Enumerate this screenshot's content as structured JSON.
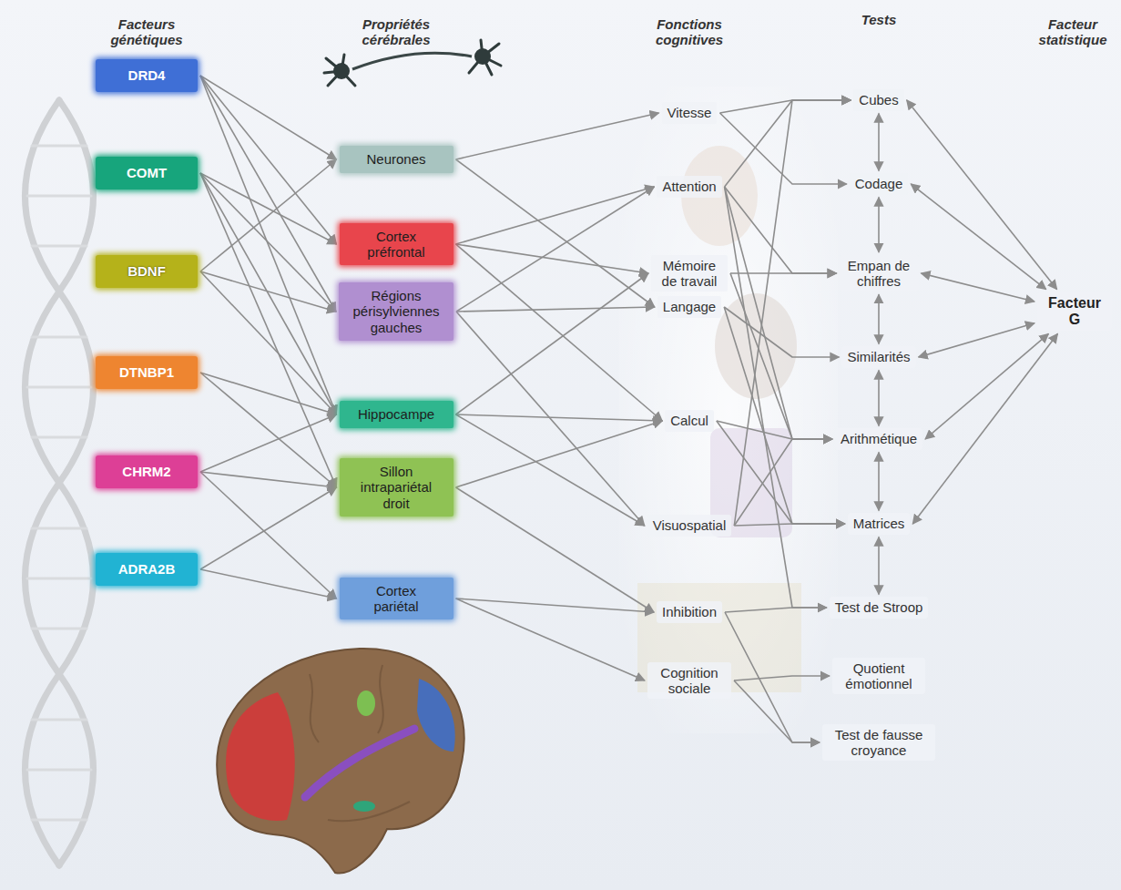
{
  "diagram": {
    "nodes": [
      {
        "text": [
          "DRD4"
        ]
      },
      {
        "text": [
          "COMT"
        ]
      },
      {
        "text": [
          "BDNF"
        ]
      },
      {
        "text": [
          "DTNBP1"
        ]
      },
      {
        "text": [
          "CHRM2"
        ]
      },
      {
        "text": [
          "ADRA2B"
        ]
      },
      {
        "text": [
          "Neurones"
        ]
      },
      {
        "text": [
          "Cortex préfrontal"
        ]
      },
      {
        "text": [
          "Régions périsylviennes gauches"
        ]
      },
      {
        "text": [
          "Hippocampe"
        ]
      },
      {
        "text": [
          "Sillon intrapariétal droit"
        ]
      },
      {
        "text": [
          "Cortex pariétal"
        ]
      },
      {
        "text": [
          "Vitesse"
        ]
      },
      {
        "text": [
          "Attention"
        ]
      },
      {
        "text": [
          "Mémoire de travail"
        ]
      },
      {
        "text": [
          "Langage"
        ]
      },
      {
        "text": [
          "Calcul"
        ]
      },
      {
        "text": [
          "Visuospatial"
        ]
      },
      {
        "text": [
          "Inhibition"
        ]
      },
      {
        "text": [
          "Cognition sociale"
        ]
      },
      {
        "text": [
          "Cubes"
        ]
      },
      {
        "text": [
          "Codage"
        ]
      },
      {
        "text": [
          "Empan de chiffres"
        ]
      },
      {
        "text": [
          "Similarités"
        ]
      },
      {
        "text": [
          "Arithmétique"
        ]
      },
      {
        "text": [
          "Matrices"
        ]
      },
      {
        "text": [
          "Test de Stroop"
        ]
      },
      {
        "text": [
          "Quotient émotionnel"
        ]
      },
      {
        "text": [
          "Test de fausse croyance"
        ]
      },
      {
        "text": [
          "Facteur G"
        ]
      }
    ],
    "edges": [
      {
        "from": 0,
        "to": 6,
        "arrow": "to"
      },
      {
        "from": 0,
        "to": 7,
        "arrow": "to"
      },
      {
        "from": 0,
        "to": 8,
        "arrow": "to"
      },
      {
        "from": 0,
        "to": 9,
        "arrow": "to"
      },
      {
        "from": 1,
        "to": 7,
        "arrow": "to"
      },
      {
        "from": 1,
        "to": 8,
        "arrow": "to"
      },
      {
        "from": 1,
        "to": 9,
        "arrow": "to"
      },
      {
        "from": 1,
        "to": 10,
        "arrow": "to"
      },
      {
        "from": 2,
        "to": 6,
        "arrow": "to"
      },
      {
        "from": 2,
        "to": 8,
        "arrow": "to"
      },
      {
        "from": 2,
        "to": 9,
        "arrow": "to"
      },
      {
        "from": 3,
        "to": 9,
        "arrow": "to"
      },
      {
        "from": 3,
        "to": 10,
        "arrow": "to"
      },
      {
        "from": 4,
        "to": 9,
        "arrow": "to"
      },
      {
        "from": 4,
        "to": 10,
        "arrow": "to"
      },
      {
        "from": 4,
        "to": 11,
        "arrow": "to"
      },
      {
        "from": 5,
        "to": 10,
        "arrow": "to"
      },
      {
        "from": 5,
        "to": 11,
        "arrow": "to"
      },
      {
        "from": 6,
        "to": 12,
        "arrow": "to"
      },
      {
        "from": 6,
        "to": 15,
        "arrow": "to"
      },
      {
        "from": 7,
        "to": 13,
        "arrow": "to"
      },
      {
        "from": 7,
        "to": 14,
        "arrow": "to"
      },
      {
        "from": 7,
        "to": 16,
        "arrow": "to"
      },
      {
        "from": 8,
        "to": 13,
        "arrow": "to"
      },
      {
        "from": 8,
        "to": 15,
        "arrow": "to"
      },
      {
        "from": 8,
        "to": 17,
        "arrow": "to"
      },
      {
        "from": 9,
        "to": 14,
        "arrow": "to"
      },
      {
        "from": 9,
        "to": 16,
        "arrow": "to"
      },
      {
        "from": 9,
        "to": 17,
        "arrow": "to"
      },
      {
        "from": 10,
        "to": 16,
        "arrow": "to"
      },
      {
        "from": 10,
        "to": 18,
        "arrow": "to"
      },
      {
        "from": 11,
        "to": 18,
        "arrow": "to"
      },
      {
        "from": 11,
        "to": 19,
        "arrow": "to"
      },
      {
        "from": 12,
        "to": 20,
        "arrow": "to"
      },
      {
        "from": 12,
        "to": 21,
        "arrow": "to"
      },
      {
        "from": 13,
        "to": 20,
        "arrow": "to"
      },
      {
        "from": 13,
        "to": 22,
        "arrow": "to"
      },
      {
        "from": 13,
        "to": 24,
        "arrow": "to"
      },
      {
        "from": 13,
        "to": 26,
        "arrow": "to"
      },
      {
        "from": 14,
        "to": 22,
        "arrow": "to"
      },
      {
        "from": 14,
        "to": 24,
        "arrow": "to"
      },
      {
        "from": 15,
        "to": 23,
        "arrow": "to"
      },
      {
        "from": 15,
        "to": 25,
        "arrow": "to"
      },
      {
        "from": 16,
        "to": 24,
        "arrow": "to"
      },
      {
        "from": 16,
        "to": 25,
        "arrow": "to"
      },
      {
        "from": 17,
        "to": 20,
        "arrow": "to"
      },
      {
        "from": 17,
        "to": 24,
        "arrow": "to"
      },
      {
        "from": 17,
        "to": 25,
        "arrow": "to"
      },
      {
        "from": 18,
        "to": 26,
        "arrow": "to"
      },
      {
        "from": 18,
        "to": 28,
        "arrow": "to"
      },
      {
        "from": 19,
        "to": 27,
        "arrow": "to"
      },
      {
        "from": 19,
        "to": 28,
        "arrow": "to"
      },
      {
        "from": 20,
        "to": 21,
        "arrow": "both"
      },
      {
        "from": 21,
        "to": 22,
        "arrow": "both"
      },
      {
        "from": 22,
        "to": 23,
        "arrow": "both"
      },
      {
        "from": 23,
        "to": 24,
        "arrow": "both"
      },
      {
        "from": 24,
        "to": 25,
        "arrow": "both"
      },
      {
        "from": 25,
        "to": 26,
        "arrow": "both"
      },
      {
        "from": 20,
        "to": 29,
        "arrow": "both"
      },
      {
        "from": 21,
        "to": 29,
        "arrow": "both"
      },
      {
        "from": 22,
        "to": 29,
        "arrow": "both"
      },
      {
        "from": 23,
        "to": 29,
        "arrow": "both"
      },
      {
        "from": 24,
        "to": 29,
        "arrow": "both"
      },
      {
        "from": 25,
        "to": 29,
        "arrow": "both"
      }
    ],
    "labels": [
      "Facteurs génétiques",
      "Propriétés cérébrales",
      "Fonctions cognitives",
      "Tests",
      "Facteur statistique"
    ]
  }
}
